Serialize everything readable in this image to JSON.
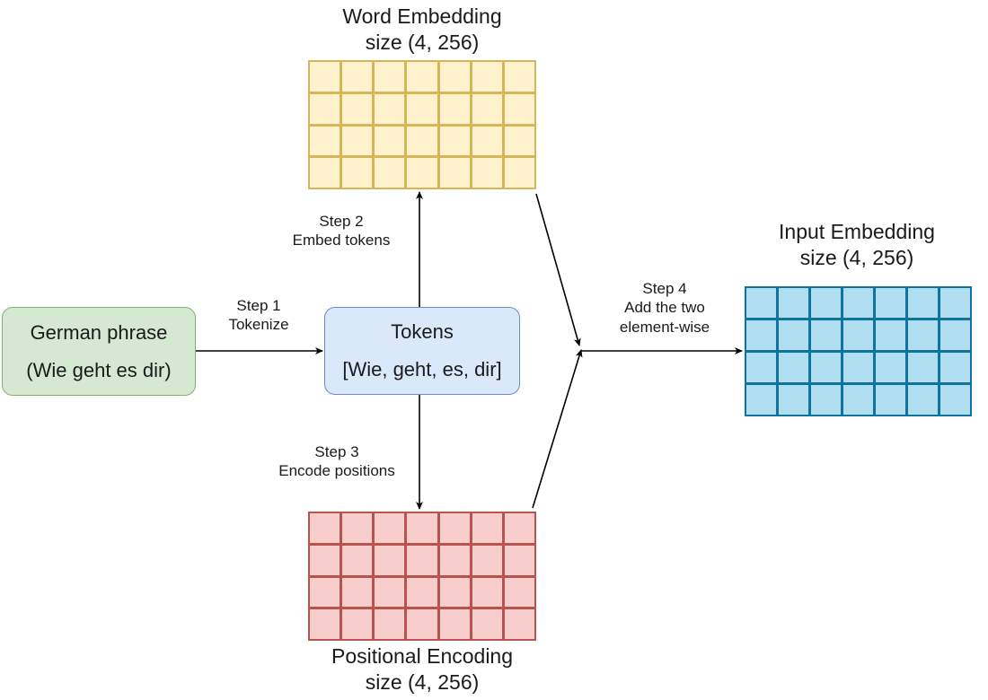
{
  "nodes": {
    "german": {
      "line1": "German phrase",
      "line2": "(Wie geht es dir)"
    },
    "tokens": {
      "line1": "Tokens",
      "line2": "[Wie, geht, es, dir]"
    }
  },
  "matrices": {
    "word": {
      "title": "Word Embedding",
      "size": "size (4, 256)",
      "rows": 4,
      "cols": 7
    },
    "positional": {
      "title": "Positional Encoding",
      "size": "size (4, 256)",
      "rows": 4,
      "cols": 7
    },
    "input": {
      "title": "Input Embedding",
      "size": "size (4, 256)",
      "rows": 4,
      "cols": 7
    }
  },
  "steps": {
    "step1": {
      "line1": "Step 1",
      "line2": "Tokenize"
    },
    "step2": {
      "line1": "Step 2",
      "line2": "Embed tokens"
    },
    "step3": {
      "line1": "Step 3",
      "line2": "Encode positions"
    },
    "step4": {
      "line1": "Step 4",
      "line2": "Add the two",
      "line3": "element-wise"
    }
  },
  "colors": {
    "german_fill": "#d5e8d4",
    "german_stroke": "#82b366",
    "tokens_fill": "#dae8fc",
    "tokens_stroke": "#6c8ebf",
    "word_fill": "#fff2cc",
    "word_stroke": "#d6b656",
    "positional_fill": "#f8cecc",
    "positional_stroke": "#b85450",
    "input_fill": "#b1ddf0",
    "input_stroke": "#10739e",
    "edge": "#000000"
  }
}
